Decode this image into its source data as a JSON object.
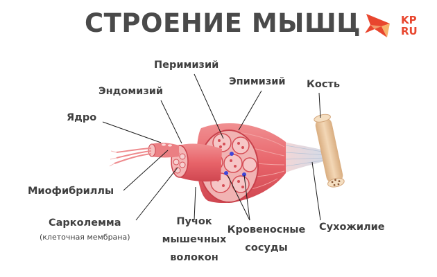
{
  "title": "СТРОЕНИЕ МЫШЦ",
  "logo": {
    "line1": "KP",
    "line2": "RU"
  },
  "labels": {
    "perimysium": "Перимизий",
    "endomysium": "Эндомизий",
    "epimysium": "Эпимизий",
    "bone": "Кость",
    "nucleus": "Ядро",
    "myofibrils": "Миофибриллы",
    "sarcolemma": "Сарколемма",
    "sarcolemma_note": "(клеточная мембрана)",
    "bundle_line1": "Пучок",
    "bundle_line2": "мышечных",
    "bundle_line3": "волокон",
    "vessels_line1": "Кровеносные",
    "vessels_line2": "сосуды",
    "tendon": "Сухожилие"
  },
  "colors": {
    "muscle": "#e8646a",
    "muscle_dark": "#c8404a",
    "muscle_light": "#f4a9a8",
    "bone": "#eac6a0",
    "tendon": "#dfe3ea",
    "vessel": "#3f46d9",
    "logo": "#e8462e"
  }
}
